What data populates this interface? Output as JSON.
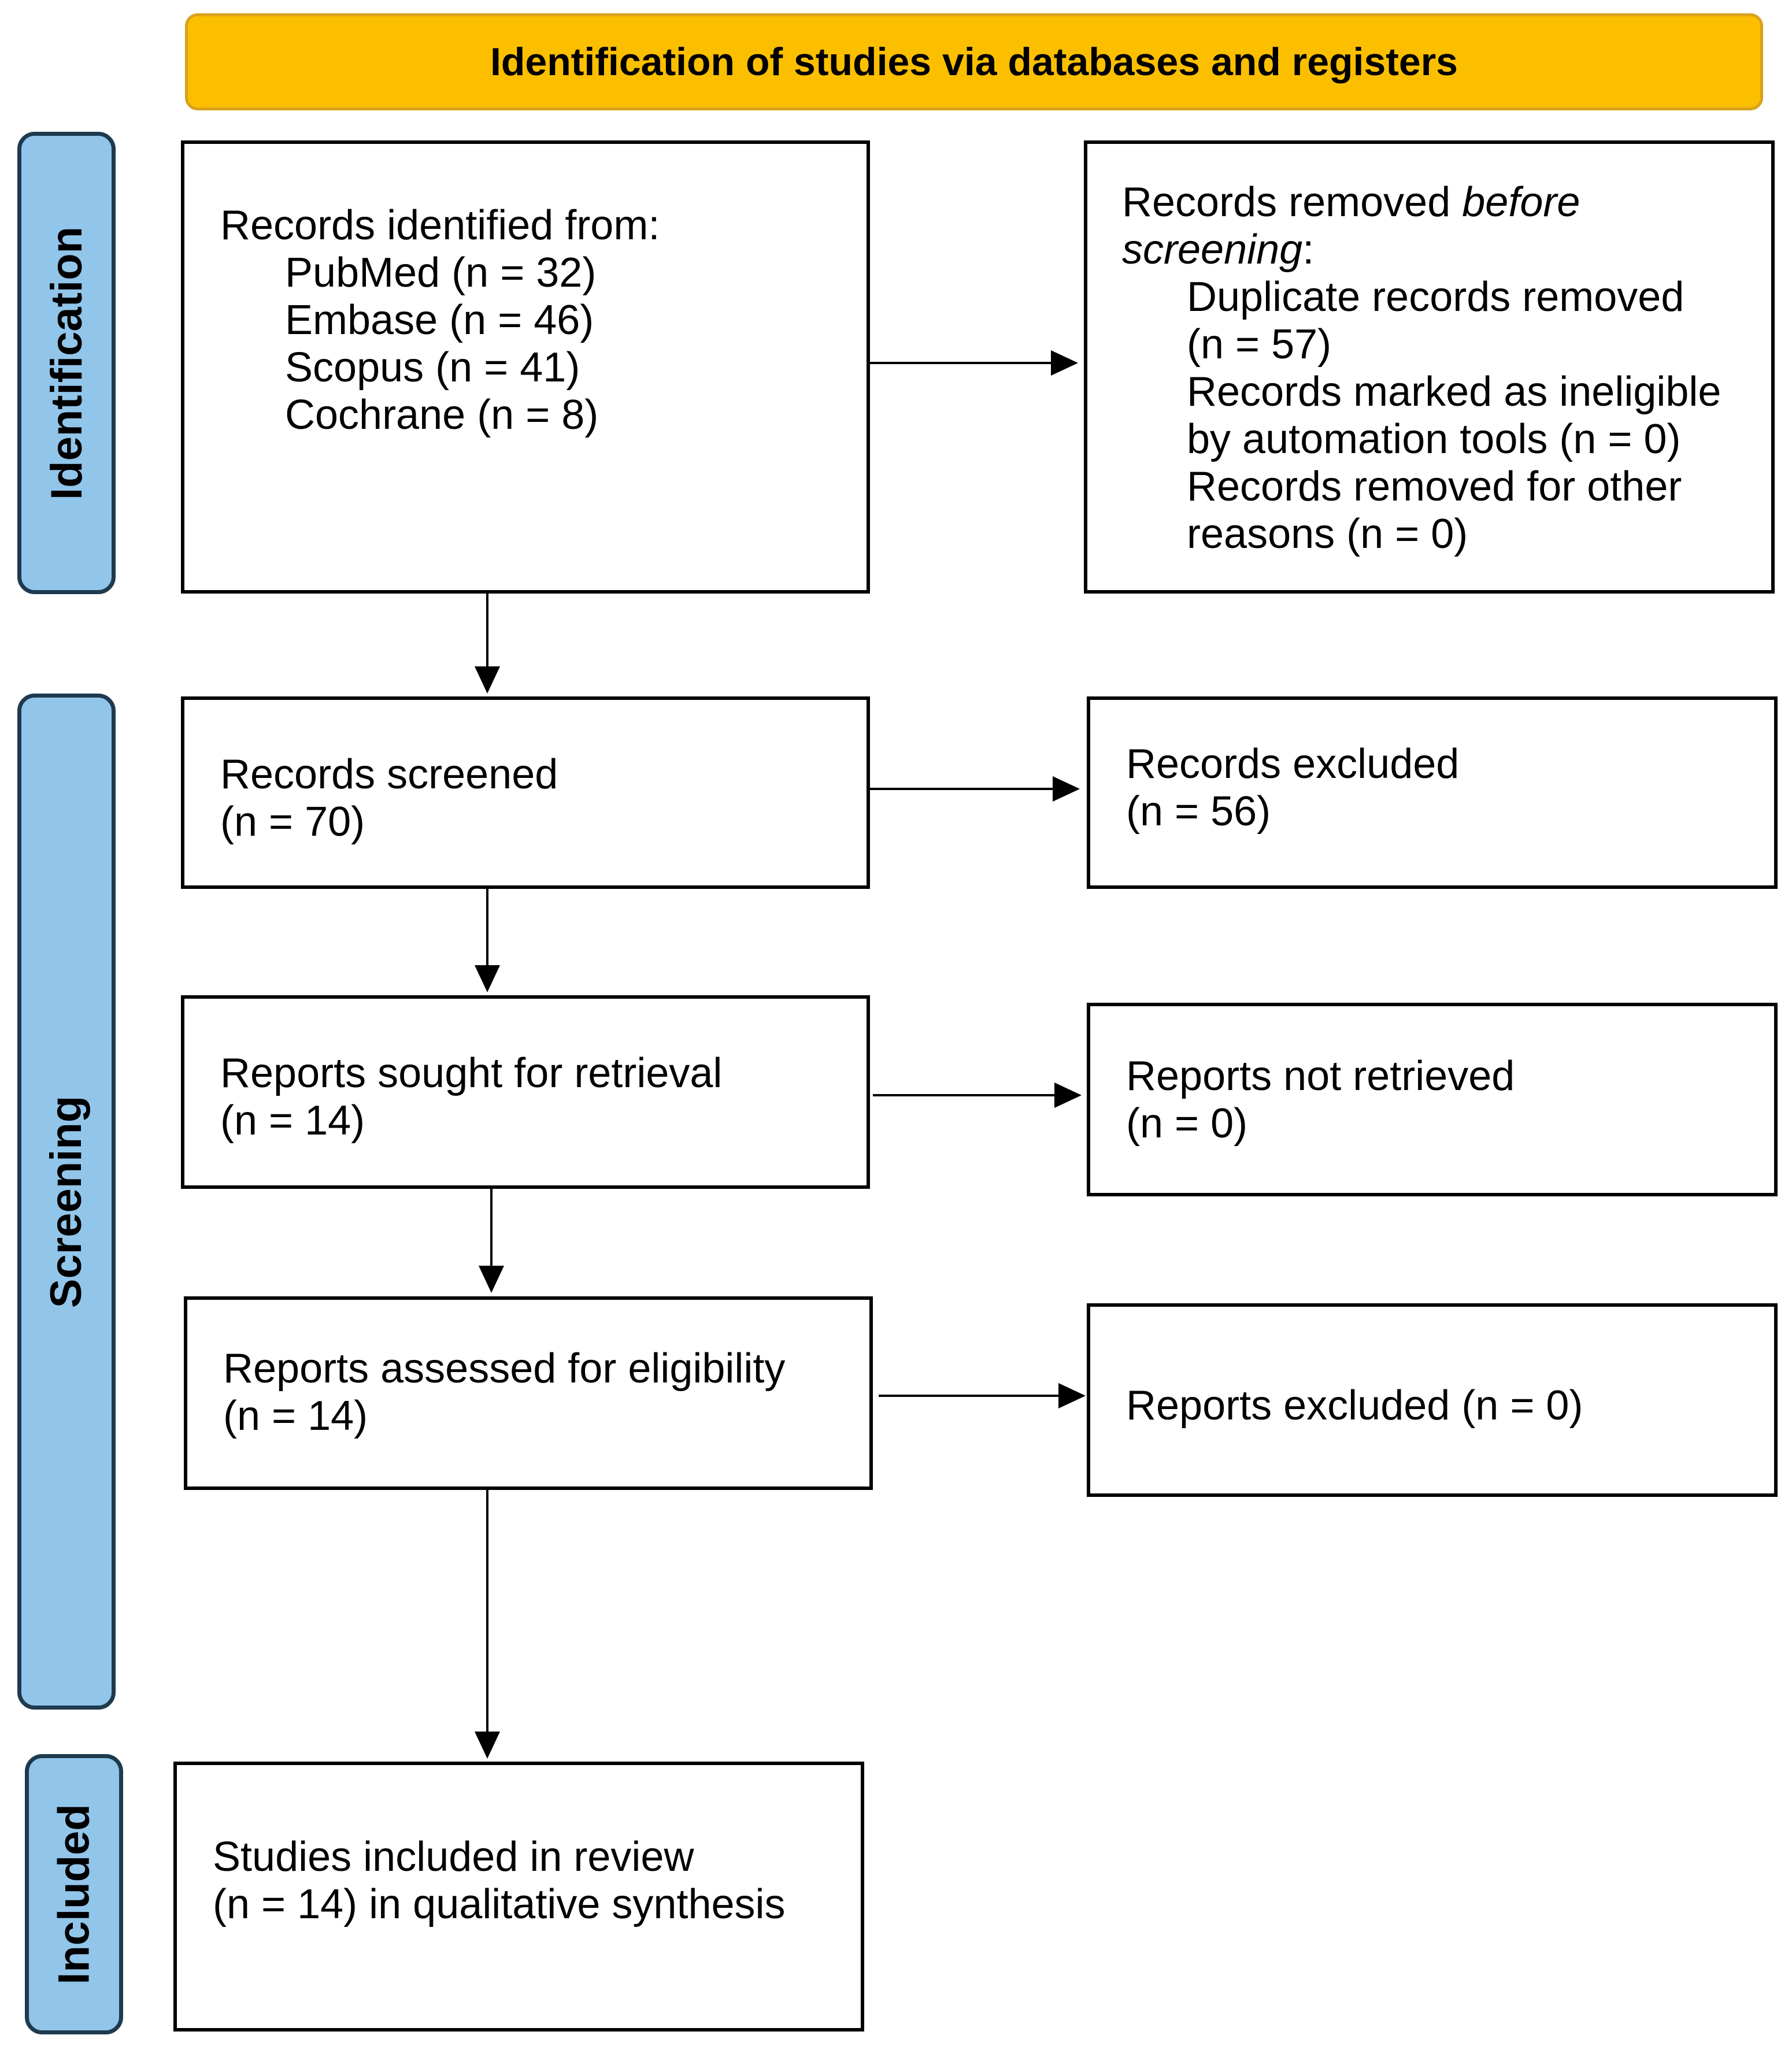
{
  "header": {
    "title": "Identification of studies via databases and registers"
  },
  "phases": {
    "identification": "Identification",
    "screening": "Screening",
    "included": "Included"
  },
  "boxes": {
    "records_identified": {
      "heading": "Records identified from:",
      "sources": [
        "PubMed (n = 32)",
        "Embase (n = 46)",
        "Scopus (n = 41)",
        "Cochrane (n = 8)"
      ]
    },
    "records_removed": {
      "heading_start": "Records removed ",
      "heading_italic": "before",
      "heading_line2_italic": "screening",
      "heading_line2_end": ":",
      "lines": [
        "Duplicate records removed",
        "(n = 57)",
        "Records marked as ineligible",
        "by automation tools (n = 0)",
        "Records removed for other",
        "reasons (n = 0)"
      ]
    },
    "records_screened": {
      "label": "Records screened",
      "count": "(n = 70)"
    },
    "records_excluded": {
      "label": "Records excluded",
      "count": "(n = 56)"
    },
    "reports_sought": {
      "label": "Reports sought for retrieval",
      "count": "(n = 14)"
    },
    "reports_not_retrieved": {
      "label": "Reports not retrieved",
      "count": "(n = 0)"
    },
    "reports_assessed": {
      "label": "Reports assessed for eligibility",
      "count": "(n = 14)"
    },
    "reports_excluded": {
      "label": "Reports excluded (n = 0)"
    },
    "studies_included": {
      "line1": "Studies included in review",
      "line2": "(n = 14) in qualitative synthesis"
    }
  }
}
